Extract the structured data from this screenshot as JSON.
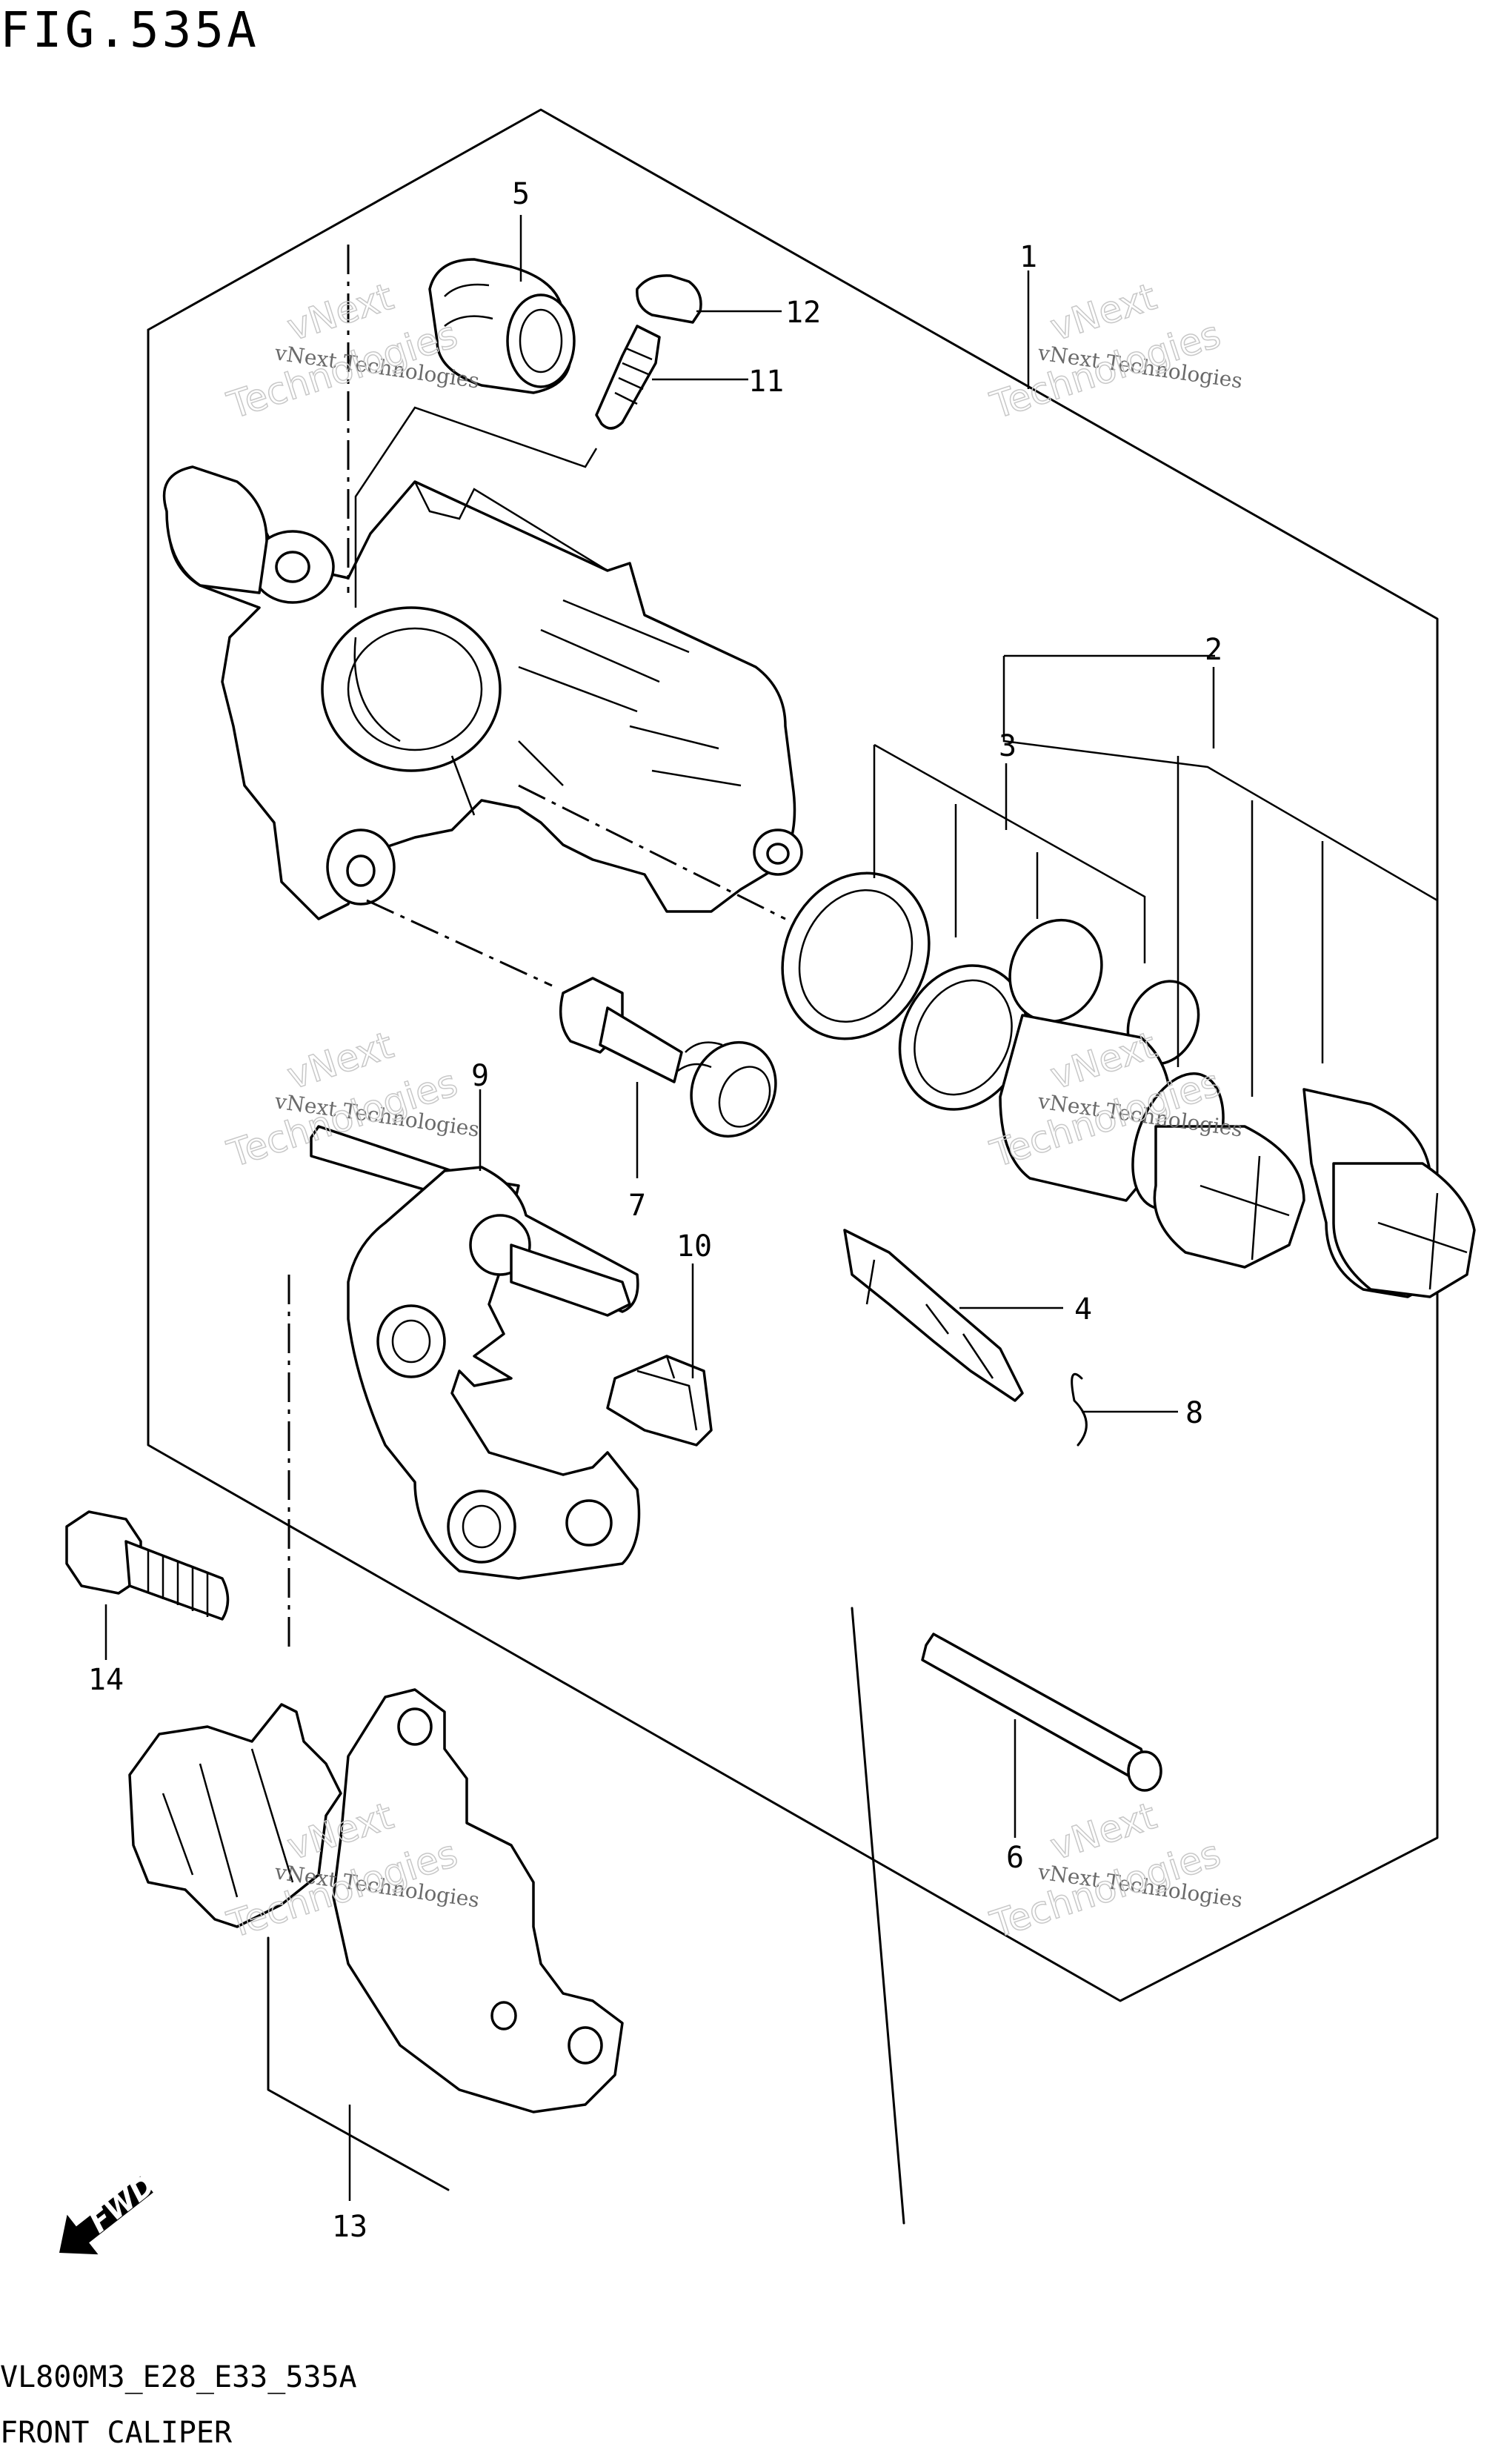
{
  "figure": {
    "title": "FIG.535A",
    "model_code": "VL800M3_E28_E33_535A",
    "caption": "FRONT CALIPER"
  },
  "watermark": {
    "line1": "vNext Technologies",
    "line2": "vNext",
    "line3": "Technologies"
  },
  "callouts": [
    {
      "id": "1",
      "label": "1"
    },
    {
      "id": "2",
      "label": "2"
    },
    {
      "id": "3",
      "label": "3"
    },
    {
      "id": "4",
      "label": "4"
    },
    {
      "id": "5",
      "label": "5"
    },
    {
      "id": "6",
      "label": "6"
    },
    {
      "id": "7",
      "label": "7"
    },
    {
      "id": "8",
      "label": "8"
    },
    {
      "id": "9",
      "label": "9"
    },
    {
      "id": "10",
      "label": "10"
    },
    {
      "id": "11",
      "label": "11"
    },
    {
      "id": "12",
      "label": "12"
    },
    {
      "id": "13",
      "label": "13"
    },
    {
      "id": "14",
      "label": "14"
    }
  ],
  "direction_arrow": {
    "label": "FWD"
  },
  "colors": {
    "line": "#000000",
    "background": "#ffffff",
    "watermark": "#6a6a6a"
  }
}
